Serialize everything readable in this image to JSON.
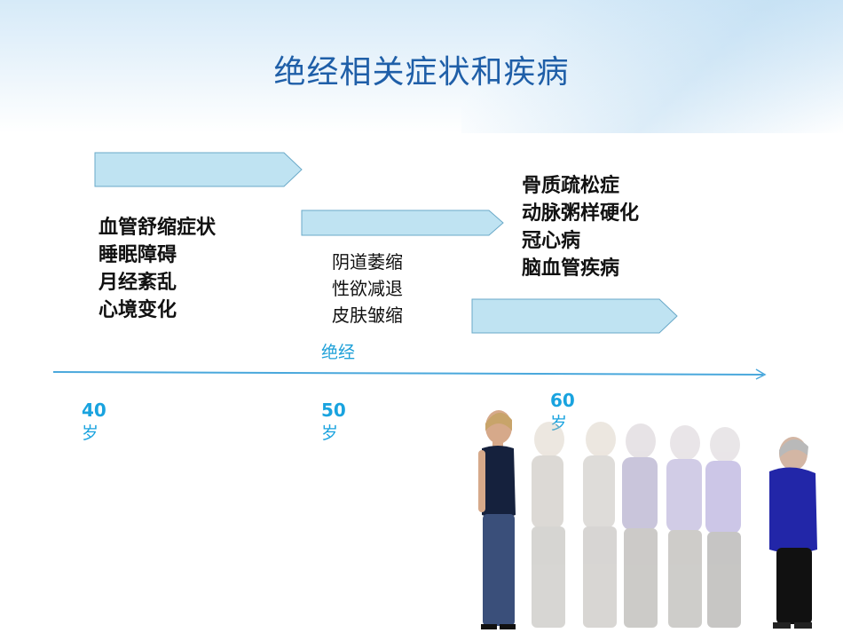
{
  "title": "绝经相关症状和疾病",
  "stage1": [
    "血管舒缩症状",
    "睡眠障碍",
    "月经紊乱",
    "心境变化"
  ],
  "stage2": [
    "阴道萎缩",
    "性欲减退",
    "皮肤皱缩"
  ],
  "stage3": [
    "骨质疏松症",
    "动脉粥样硬化",
    "冠心病",
    "脑血管疾病"
  ],
  "menopause_label": "绝经",
  "ages": [
    {
      "num": "40",
      "unit": "岁"
    },
    {
      "num": "50",
      "unit": "岁"
    },
    {
      "num": "60",
      "unit": "岁"
    }
  ],
  "colors": {
    "title": "#1f5fa8",
    "arrow_fill": "#bfe3f2",
    "arrow_stroke": "#6aa9c8",
    "accent": "#19a3df",
    "timeline": "#4aa8dc"
  }
}
